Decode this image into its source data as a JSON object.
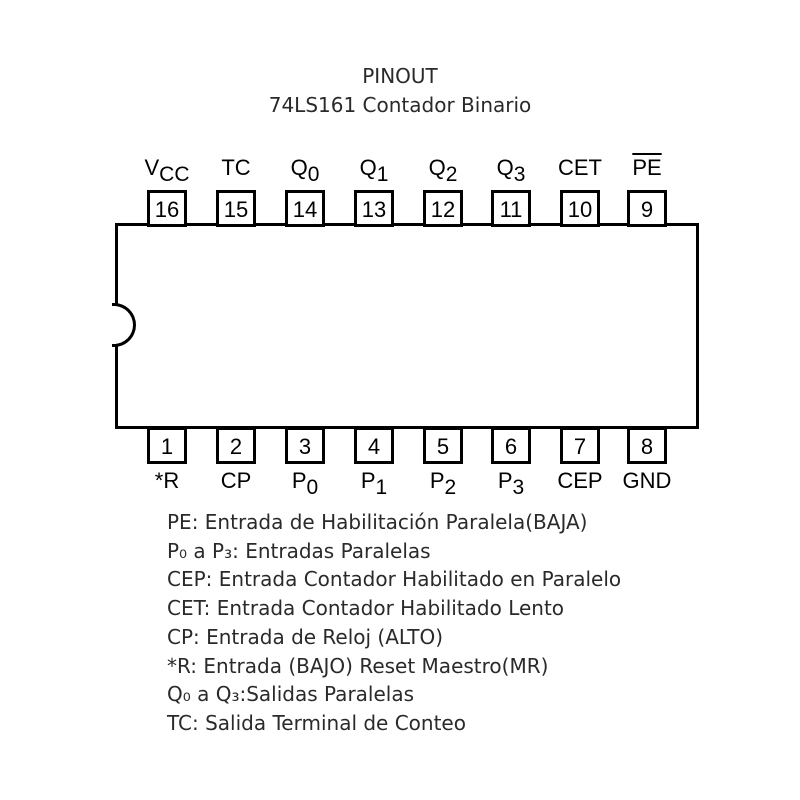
{
  "header": {
    "title": "PINOUT",
    "subtitle": "74LS161 Contador Binario"
  },
  "pins_top": [
    {
      "number": "16",
      "label": "V",
      "sub": "CC",
      "overline": false
    },
    {
      "number": "15",
      "label": "TC",
      "sub": "",
      "overline": false
    },
    {
      "number": "14",
      "label": "Q",
      "sub": "0",
      "overline": false
    },
    {
      "number": "13",
      "label": "Q",
      "sub": "1",
      "overline": false
    },
    {
      "number": "12",
      "label": "Q",
      "sub": "2",
      "overline": false
    },
    {
      "number": "11",
      "label": "Q",
      "sub": "3",
      "overline": false
    },
    {
      "number": "10",
      "label": "CET",
      "sub": "",
      "overline": false
    },
    {
      "number": "9",
      "label": "PE",
      "sub": "",
      "overline": true
    }
  ],
  "pins_bottom": [
    {
      "number": "1",
      "label": "*R",
      "sub": "",
      "overline": false
    },
    {
      "number": "2",
      "label": "CP",
      "sub": "",
      "overline": false
    },
    {
      "number": "3",
      "label": "P",
      "sub": "0",
      "overline": false
    },
    {
      "number": "4",
      "label": "P",
      "sub": "1",
      "overline": false
    },
    {
      "number": "5",
      "label": "P",
      "sub": "2",
      "overline": false
    },
    {
      "number": "6",
      "label": "P",
      "sub": "3",
      "overline": false
    },
    {
      "number": "7",
      "label": "CEP",
      "sub": "",
      "overline": false
    },
    {
      "number": "8",
      "label": "GND",
      "sub": "",
      "overline": false
    }
  ],
  "legend": [
    "PE: Entrada de Habilitación Paralela(BAJA)",
    "P₀ a P₃: Entradas Paralelas",
    "CEP: Entrada Contador Habilitado en Paralelo",
    "CET: Entrada Contador Habilitado Lento",
    "CP: Entrada de Reloj (ALTO)",
    "*R: Entrada (BAJO) Reset Maestro(MR)",
    "Q₀ a Q₃:Salidas Paralelas",
    "TC: Salida Terminal de Conteo"
  ]
}
